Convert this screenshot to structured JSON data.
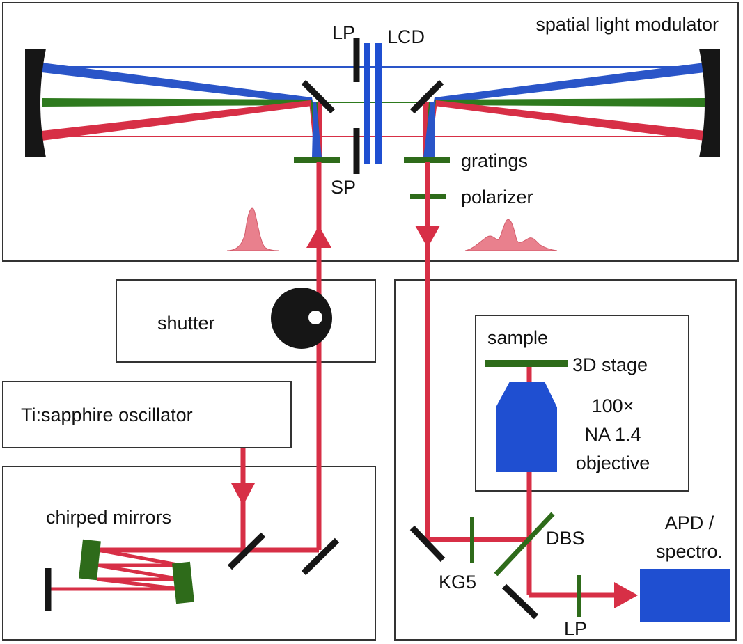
{
  "colors": {
    "laser_red": "#d72f46",
    "blue_beam": "#2a55c8",
    "green_beam": "#2e7a1e",
    "component_green": "#2e6b1a",
    "lcd_blue": "#1f4fd1",
    "pulse_fill": "#e9808d",
    "box_stroke": "#333333",
    "mirror_black": "#161616"
  },
  "labels": {
    "slm_title": "spatial light modulator",
    "lp_top": "LP",
    "lcd": "LCD",
    "sp": "SP",
    "gratings": "gratings",
    "polarizer": "polarizer",
    "shutter": "shutter",
    "oscillator": "Ti:sapphire oscillator",
    "chirped_mirrors": "chirped mirrors",
    "sample": "sample",
    "stage": "3D stage",
    "objective_line1": "100×",
    "objective_line2": "NA 1.4",
    "objective_line3": "objective",
    "dbs": "DBS",
    "kg5": "KG5",
    "lp_bottom": "LP",
    "apd_line1": "APD /",
    "apd_line2": "spectro."
  }
}
